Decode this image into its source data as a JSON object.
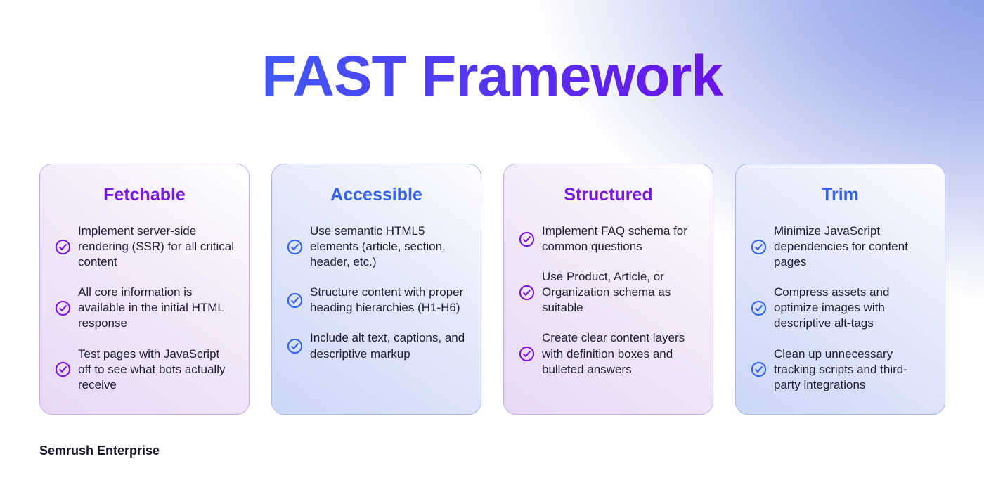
{
  "page": {
    "title": "FAST Framework",
    "footer": "Semrush Enterprise"
  },
  "colors": {
    "title_gradient_start": "#3E5BF7",
    "title_gradient_end": "#6C0EE8",
    "purple_accent": "#7A16E0",
    "blue_accent": "#3563F0",
    "body_text": "#1D1D33",
    "background_glow": "#8F9FE7",
    "purple_card_bottom": "#E8D8F5",
    "blue_card_bottom": "#CCD7F7"
  },
  "cards": [
    {
      "title": "Fetchable",
      "accent": "purple",
      "items": [
        "Implement server-side rendering (SSR) for all critical content",
        "All core information is available in the initial HTML response",
        "Test pages with JavaScript off to see what bots actually receive"
      ]
    },
    {
      "title": "Accessible",
      "accent": "blue",
      "items": [
        "Use semantic HTML5 elements (article, section, header, etc.)",
        "Structure content with proper heading hierarchies (H1-H6)",
        "Include alt text, captions, and descriptive markup"
      ]
    },
    {
      "title": "Structured",
      "accent": "purple",
      "items": [
        "Implement FAQ schema for common questions",
        "Use Product, Article, or Organization schema as suitable",
        "Create clear content layers with definition boxes and bulleted answers"
      ]
    },
    {
      "title": "Trim",
      "accent": "blue",
      "items": [
        "Minimize JavaScript dependencies for content pages",
        "Compress assets and optimize images with descriptive alt-tags",
        "Clean up unnecessary tracking scripts and third-party integrations"
      ]
    }
  ]
}
